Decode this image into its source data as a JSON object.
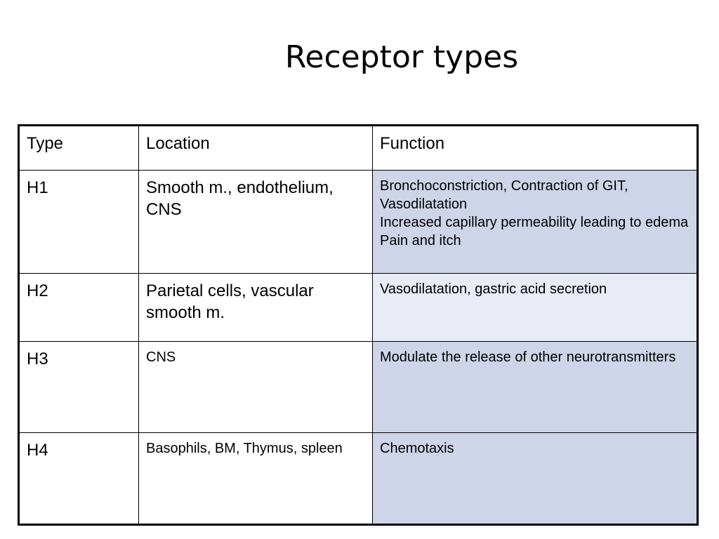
{
  "title": "Receptor types",
  "table": {
    "headers": [
      "Type",
      "Location",
      "Function"
    ],
    "rows": [
      {
        "type": "H1",
        "location": "Smooth m., endothelium, CNS",
        "function": [
          "Bronchoconstriction, Contraction of GIT, Vasodilatation",
          "Increased capillary permeability leading to edema",
          "Pain and itch"
        ]
      },
      {
        "type": "H2",
        "location": "Parietal cells, vascular smooth m.",
        "function": [
          "Vasodilatation, gastric acid secretion"
        ]
      },
      {
        "type": "H3",
        "location": "CNS",
        "function": [
          "Modulate the release of other neurotransmitters"
        ]
      },
      {
        "type": "H4",
        "location": "Basophils, BM, Thymus, spleen",
        "function": [
          "Chemotaxis"
        ]
      }
    ]
  },
  "colors": {
    "function_cell_dark": "#cfd5e8",
    "function_cell_light": "#e9ebf5",
    "border": "#000000"
  }
}
